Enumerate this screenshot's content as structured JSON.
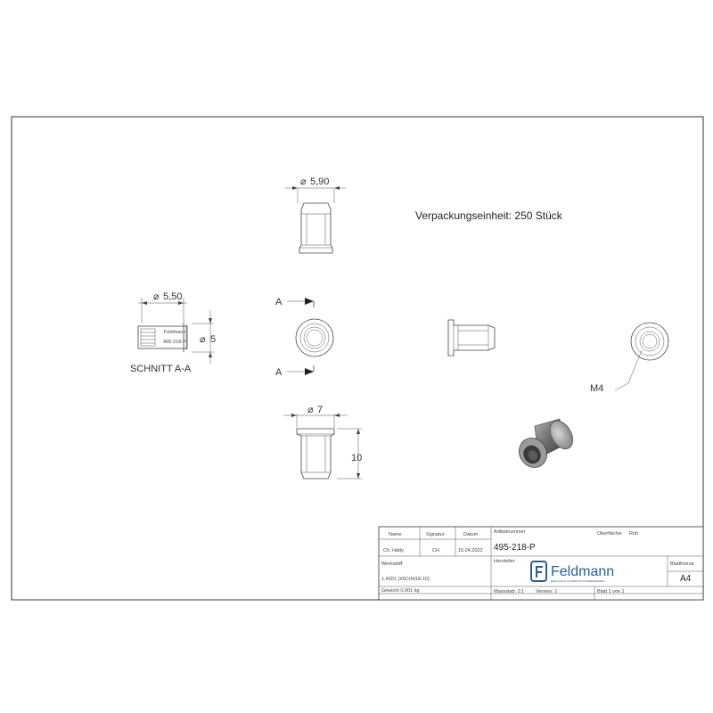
{
  "note": "Verpackungseinheit: 250 Stück",
  "dimensions": {
    "top_view_dia": "5,90",
    "section_dia": "5,50",
    "section_side_dia": "5",
    "bottom_view_dia": "7",
    "bottom_view_height": "10",
    "thread": "M4",
    "section_label": "SCHNITT A-A",
    "cut_a_top": "A",
    "cut_a_bottom": "A",
    "dia_symbol": "⌀"
  },
  "section_text": {
    "line1": "Feldmann",
    "line2": "495-218-P"
  },
  "title_block": {
    "col_name": "Name",
    "col_signature": "Signatur",
    "col_date": "Datum",
    "checked_by": "Ch. Hätty",
    "signature_value": "CH",
    "date_value": "15.04.2022",
    "material_label": "Werkstoff:",
    "material_value": "1.4301 (X5CrNi18-10)",
    "weight": "Gewicht 0,001 kg",
    "article_label": "Artikelnummer",
    "article_number": "495-218-P",
    "surface_label": "Oberfläche:",
    "surface_value": "Roh",
    "manufacturer_label": "Hersteller",
    "company": "Feldmann",
    "company_sub": "EDELSTAHL  ALUMINIUM  SCHMIEDEEISEN",
    "sheet_format_label": "Blattformat",
    "sheet_format_value": "A4",
    "scale": "Massstab: 2:1",
    "version": "Version: 1",
    "sheet_of": "Blatt 1 von 1"
  }
}
